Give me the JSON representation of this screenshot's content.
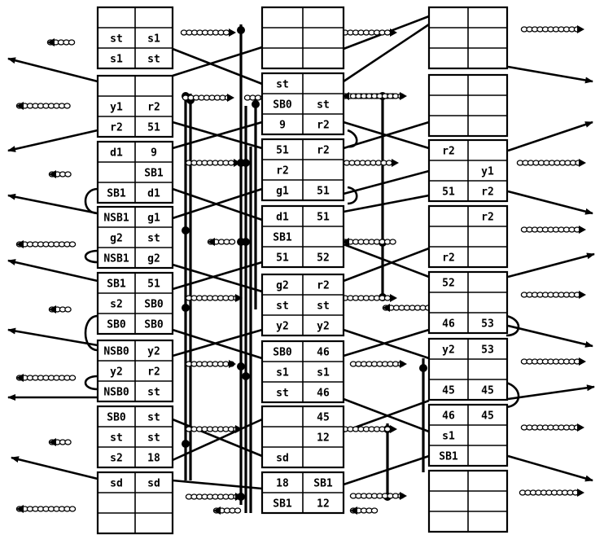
{
  "grid": {
    "columns": [
      {
        "blocks": [
          {
            "rows": [
              [
                "",
                ""
              ],
              [
                "st",
                "s1"
              ],
              [
                "s1",
                "st"
              ]
            ]
          },
          {
            "rows": [
              [
                "",
                ""
              ],
              [
                "y1",
                "r2"
              ],
              [
                "r2",
                "51"
              ]
            ]
          },
          {
            "rows": [
              [
                "d1",
                "9"
              ],
              [
                "",
                "SB1"
              ],
              [
                "SB1",
                "d1"
              ]
            ]
          },
          {
            "rows": [
              [
                "NSB1",
                "g1"
              ],
              [
                "g2",
                "st"
              ],
              [
                "NSB1",
                "g2"
              ]
            ]
          },
          {
            "rows": [
              [
                "SB1",
                "51"
              ],
              [
                "s2",
                "SB0"
              ],
              [
                "SB0",
                "SB0"
              ]
            ]
          },
          {
            "rows": [
              [
                "NSB0",
                "y2"
              ],
              [
                "y2",
                "r2"
              ],
              [
                "NSB0",
                "st"
              ]
            ]
          },
          {
            "rows": [
              [
                "SB0",
                "st"
              ],
              [
                "st",
                "st"
              ],
              [
                "s2",
                "18"
              ]
            ]
          },
          {
            "rows": [
              [
                "sd",
                "sd"
              ],
              [
                "",
                ""
              ],
              [
                "",
                ""
              ]
            ]
          }
        ]
      },
      {
        "blocks": [
          {
            "rows": [
              [
                "",
                ""
              ],
              [
                "",
                ""
              ],
              [
                "",
                ""
              ]
            ]
          },
          {
            "rows": [
              [
                "st",
                ""
              ],
              [
                "SB0",
                "st"
              ],
              [
                "9",
                "r2"
              ]
            ]
          },
          {
            "rows": [
              [
                "51",
                "r2"
              ],
              [
                "r2",
                ""
              ],
              [
                "g1",
                "51"
              ]
            ]
          },
          {
            "rows": [
              [
                "d1",
                "51"
              ],
              [
                "SB1",
                ""
              ],
              [
                "51",
                "52"
              ]
            ]
          },
          {
            "rows": [
              [
                "g2",
                "r2"
              ],
              [
                "st",
                "st"
              ],
              [
                "y2",
                "y2"
              ]
            ]
          },
          {
            "rows": [
              [
                "SB0",
                "46"
              ],
              [
                "s1",
                "s1"
              ],
              [
                "st",
                "46"
              ]
            ]
          },
          {
            "rows": [
              [
                "",
                "45"
              ],
              [
                "",
                "12"
              ],
              [
                "sd",
                ""
              ]
            ]
          },
          {
            "rows": [
              [
                "18",
                "SB1"
              ],
              [
                "SB1",
                "12"
              ]
            ]
          }
        ]
      },
      {
        "blocks": [
          {
            "rows": [
              [
                "",
                ""
              ],
              [
                "",
                ""
              ],
              [
                "",
                ""
              ]
            ]
          },
          {
            "rows": [
              [
                "",
                ""
              ],
              [
                "",
                ""
              ],
              [
                "",
                ""
              ]
            ]
          },
          {
            "rows": [
              [
                "r2",
                ""
              ],
              [
                "",
                "y1"
              ],
              [
                "51",
                "r2"
              ]
            ]
          },
          {
            "rows": [
              [
                "",
                "r2"
              ],
              [
                "",
                ""
              ],
              [
                "r2",
                ""
              ]
            ]
          },
          {
            "rows": [
              [
                "52",
                ""
              ],
              [
                "",
                ""
              ],
              [
                "46",
                "53"
              ]
            ]
          },
          {
            "rows": [
              [
                "y2",
                "53"
              ],
              [
                "",
                ""
              ],
              [
                "45",
                "45"
              ]
            ]
          },
          {
            "rows": [
              [
                "46",
                "45"
              ],
              [
                "s1",
                ""
              ],
              [
                "SB1",
                ""
              ]
            ]
          },
          {
            "rows": [
              [
                "",
                ""
              ],
              [
                "",
                ""
              ],
              [
                "",
                ""
              ]
            ]
          }
        ]
      }
    ]
  }
}
